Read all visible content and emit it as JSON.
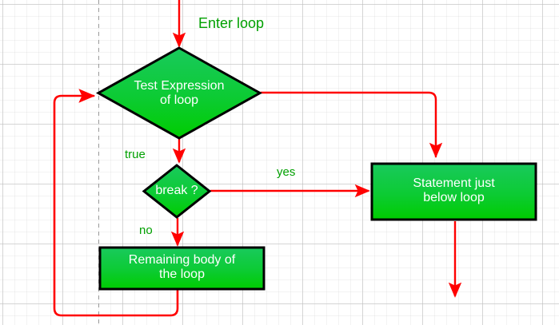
{
  "diagram": {
    "title": "Enter loop",
    "colors": {
      "arrow": "#ff0000",
      "node_fill_top": "#17c957",
      "node_fill_bottom": "#00cc00",
      "node_stroke": "#000000",
      "node_text": "#ffffff",
      "edge_label_text": "#009900",
      "guide_line": "#999999",
      "grid_minor": "#c8c8c8",
      "grid_major": "#aaaaaa"
    },
    "nodes": [
      {
        "id": "test-expression",
        "shape": "diamond",
        "line1": "Test Expression",
        "line2": "of loop"
      },
      {
        "id": "break-check",
        "shape": "diamond",
        "line1": "break ?",
        "line2": ""
      },
      {
        "id": "statement-below-loop",
        "shape": "rectangle",
        "line1": "Statement just",
        "line2": "below loop"
      },
      {
        "id": "remaining-body",
        "shape": "rectangle",
        "line1": "Remaining body of",
        "line2": "the loop"
      }
    ],
    "edge_labels": {
      "true": "true",
      "no": "no",
      "yes": "yes"
    }
  }
}
